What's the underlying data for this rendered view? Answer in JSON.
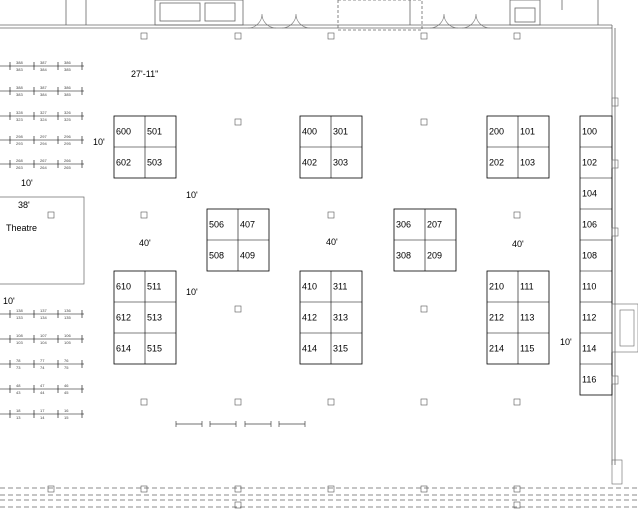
{
  "title_dimension": "27'-11\"",
  "dimensions": {
    "top_left_10": "10'",
    "mid_left_10": "10'",
    "aisle_10a": "10'",
    "aisle_10b": "10'",
    "left_10": "10'",
    "right_10": "10'",
    "left_38": "38'",
    "forty_a": "40'",
    "forty_b": "40'",
    "forty_c": "40'"
  },
  "theatre_label": "Theatre",
  "island_a_top": [
    "600",
    "501",
    "602",
    "503"
  ],
  "island_b_top": [
    "400",
    "301",
    "402",
    "303"
  ],
  "island_c_top": [
    "200",
    "101",
    "202",
    "103"
  ],
  "island_mid_a": [
    "506",
    "407",
    "508",
    "409"
  ],
  "island_mid_b": [
    "306",
    "207",
    "308",
    "209"
  ],
  "island_a_bot": [
    "610",
    "511",
    "612",
    "513",
    "614",
    "515"
  ],
  "island_b_bot": [
    "410",
    "311",
    "412",
    "313",
    "414",
    "315"
  ],
  "island_c_bot": [
    "210",
    "111",
    "212",
    "113",
    "214",
    "115"
  ],
  "right_column": [
    "100",
    "102",
    "104",
    "106",
    "108",
    "110",
    "112",
    "114",
    "116"
  ],
  "left_rows": [
    [
      "388",
      "387",
      "386",
      "383",
      "384",
      "385"
    ],
    [
      "388",
      "387",
      "386",
      "383",
      "384",
      "385"
    ],
    [
      "328",
      "327",
      "326",
      "323",
      "324",
      "325"
    ],
    [
      "298",
      "297",
      "296",
      "293",
      "294",
      "295"
    ],
    [
      "268",
      "267",
      "266",
      "263",
      "264",
      "265"
    ],
    [
      "138",
      "137",
      "136",
      "133",
      "134",
      "135"
    ],
    [
      "108",
      "107",
      "106",
      "103",
      "104",
      "105"
    ],
    [
      "78",
      "77",
      "76",
      "73",
      "74",
      "75"
    ],
    [
      "48",
      "47",
      "46",
      "43",
      "44",
      "45"
    ],
    [
      "18",
      "17",
      "16",
      "13",
      "14",
      "15"
    ]
  ]
}
